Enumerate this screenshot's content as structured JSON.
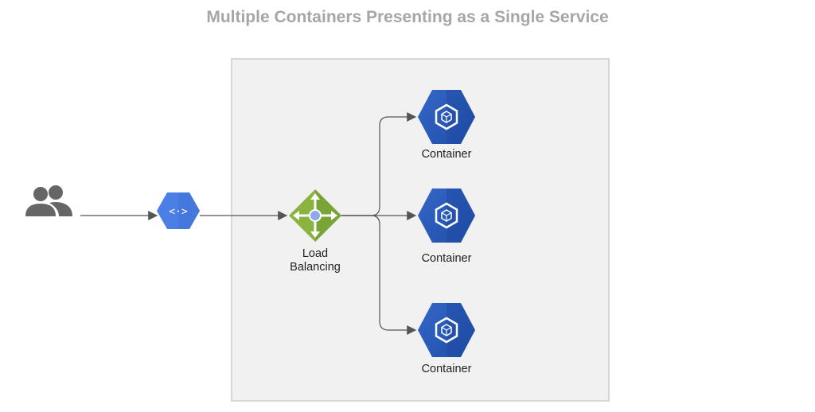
{
  "title": "Multiple Containers Presenting as a Single Service",
  "nodes": {
    "users": {
      "icon": "users-icon"
    },
    "api_gateway": {
      "icon": "api-code-icon",
      "color": "#4b7fe5"
    },
    "load_balancer": {
      "label_line1": "Load",
      "label_line2": "Balancing",
      "icon": "load-balancer-icon",
      "color": "#8ab43f"
    },
    "containers": [
      {
        "label": "Container",
        "icon": "container-cube-icon"
      },
      {
        "label": "Container",
        "icon": "container-cube-icon"
      },
      {
        "label": "Container",
        "icon": "container-cube-icon"
      }
    ],
    "container_color": "#2b5cb8"
  },
  "colors": {
    "title": "#a6a6a6",
    "frame_fill": "#f1f1f1",
    "frame_border": "#d7d7d7",
    "connector": "#555555",
    "users_icon": "#666666"
  }
}
